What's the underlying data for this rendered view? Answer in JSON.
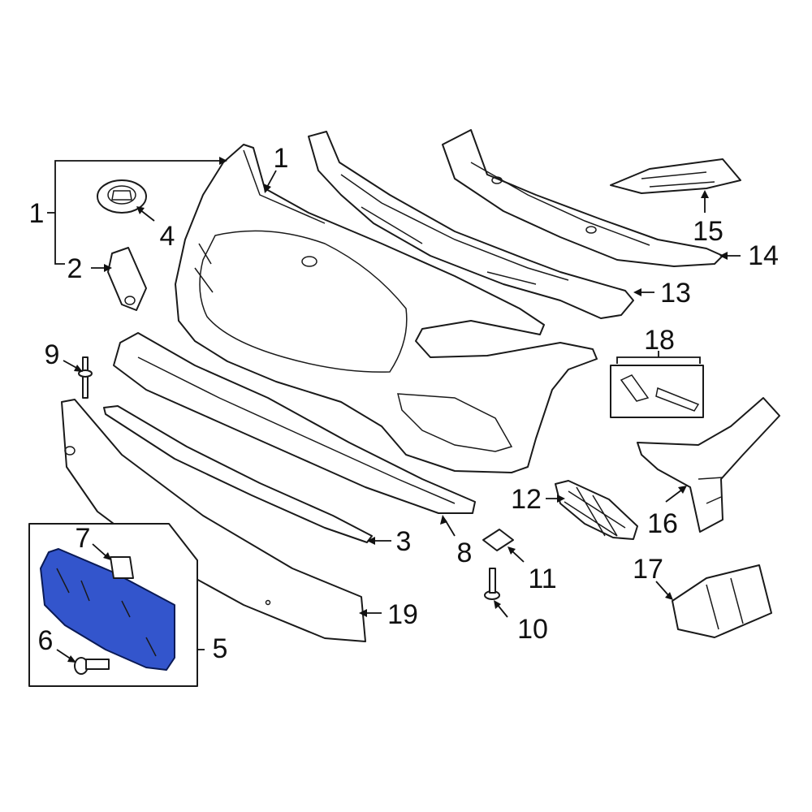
{
  "diagram": {
    "callouts": {
      "c1_top": "1",
      "c1_left": "1",
      "c2": "2",
      "c3": "3",
      "c4": "4",
      "c5": "5",
      "c6": "6",
      "c7": "7",
      "c8": "8",
      "c9": "9",
      "c10": "10",
      "c11": "11",
      "c12": "12",
      "c13": "13",
      "c14": "14",
      "c15": "15",
      "c16": "16",
      "c17": "17",
      "c18": "18",
      "c19": "19"
    },
    "colors": {
      "highlight": "#3355cc",
      "line": "#1a1a1a",
      "background": "#ffffff"
    }
  }
}
